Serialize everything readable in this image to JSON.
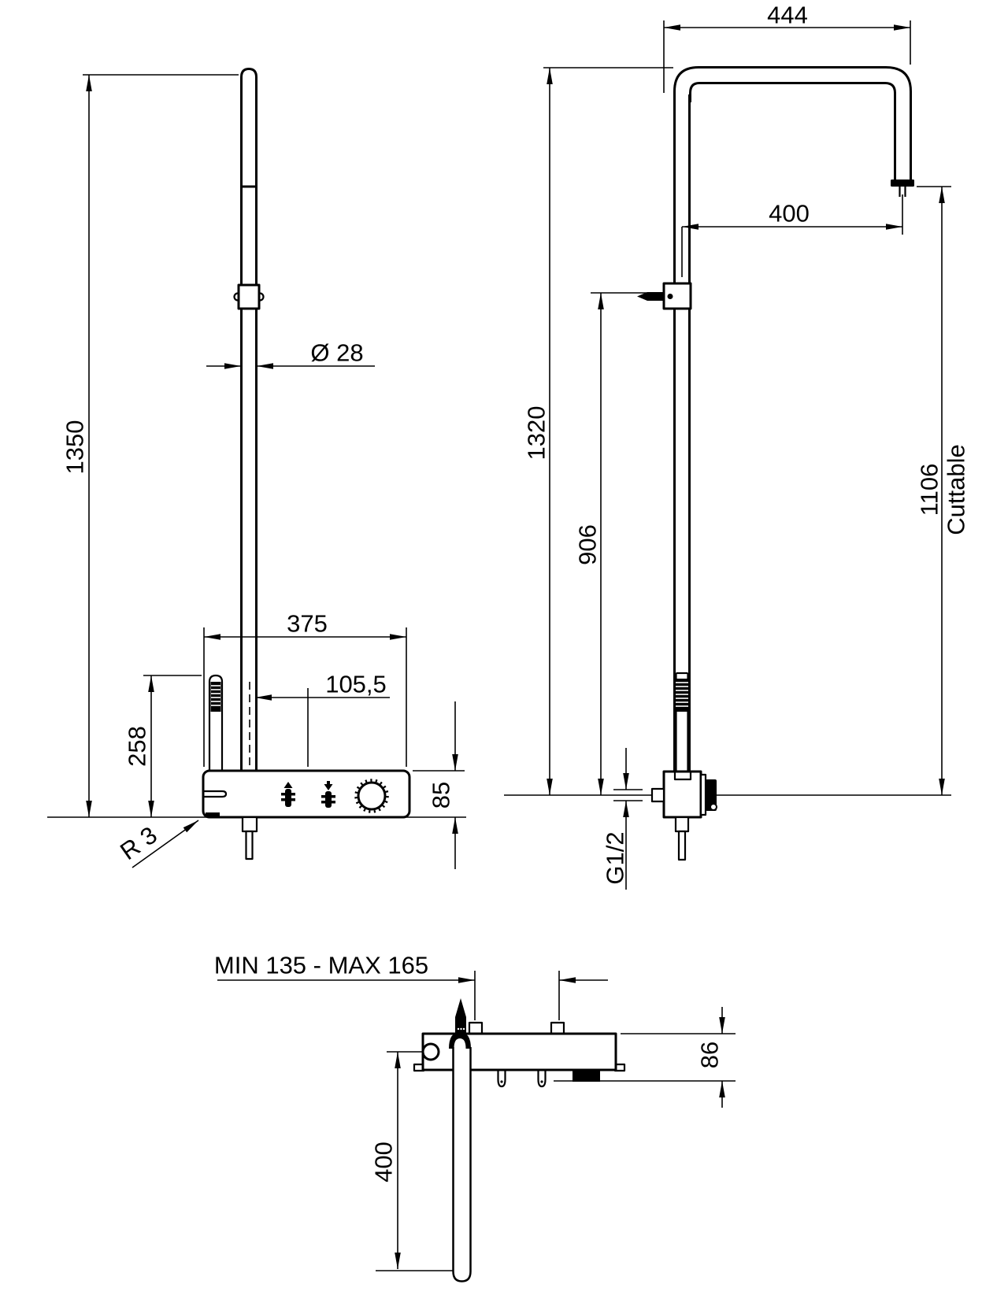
{
  "drawing": {
    "kind": "shower-column-technical-drawing",
    "colors": {
      "line": "#000000",
      "background": "#ffffff"
    },
    "icons": {
      "diverter_overhead": "arrow-up-shower-icon",
      "diverter_handset": "arrow-down-shower-icon",
      "temperature_knob": "knurled-knob-icon"
    },
    "labels": {
      "front": {
        "total_height": "1350",
        "tube_diameter": "Ø 28",
        "shelf_width": "375",
        "center_offset": "105,5",
        "handset_height": "258",
        "shelf_height": "85",
        "corner_radius": "R 3"
      },
      "side": {
        "arm_width": "444",
        "arm_projection": "400",
        "total_height": "1320",
        "inlet_height": "906",
        "cuttable_length": "1106",
        "cuttable_note": "Cuttable",
        "inlet_thread": "G1/2"
      },
      "plan": {
        "bracket_spacing": "MIN 135 - MAX 165",
        "body_depth": "86",
        "handset_length": "400"
      }
    }
  }
}
